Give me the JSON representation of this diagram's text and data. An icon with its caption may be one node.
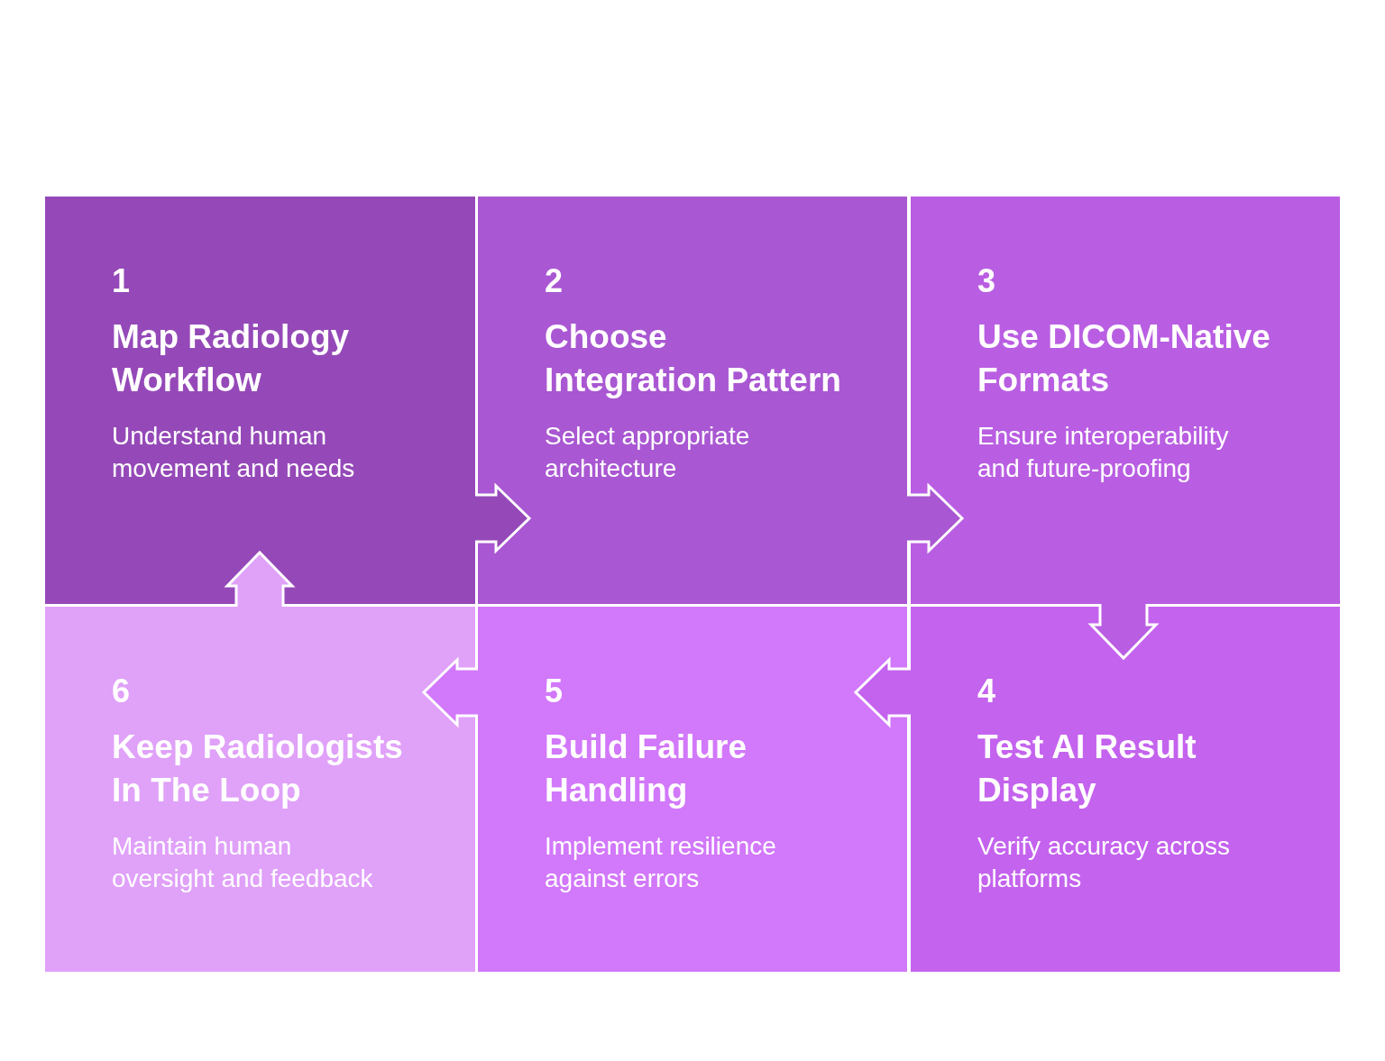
{
  "diagram": {
    "nodes": [
      {
        "text": [
          "1",
          "Map Radiology Workflow",
          "Understand human movement and needs"
        ]
      },
      {
        "text": [
          "2",
          "Choose Integration Pattern",
          "Select appropriate architecture"
        ]
      },
      {
        "text": [
          "3",
          "Use DICOM-Native Formats",
          "Ensure interoperability and future-proofing"
        ]
      },
      {
        "text": [
          "4",
          "Test AI Result Display",
          "Verify accuracy across platforms"
        ]
      },
      {
        "text": [
          "5",
          "Build Failure Handling",
          "Implement resilience against errors"
        ]
      },
      {
        "text": [
          "6",
          "Keep Radiologists In The Loop",
          "Maintain human oversight and feedback"
        ]
      }
    ],
    "edges": [
      {
        "from": 0,
        "to": 1,
        "arrow": "to"
      },
      {
        "from": 1,
        "to": 2,
        "arrow": "to"
      },
      {
        "from": 2,
        "to": 3,
        "arrow": "to"
      },
      {
        "from": 3,
        "to": 4,
        "arrow": "to"
      },
      {
        "from": 4,
        "to": 5,
        "arrow": "to"
      },
      {
        "from": 5,
        "to": 0,
        "arrow": "to"
      }
    ]
  }
}
